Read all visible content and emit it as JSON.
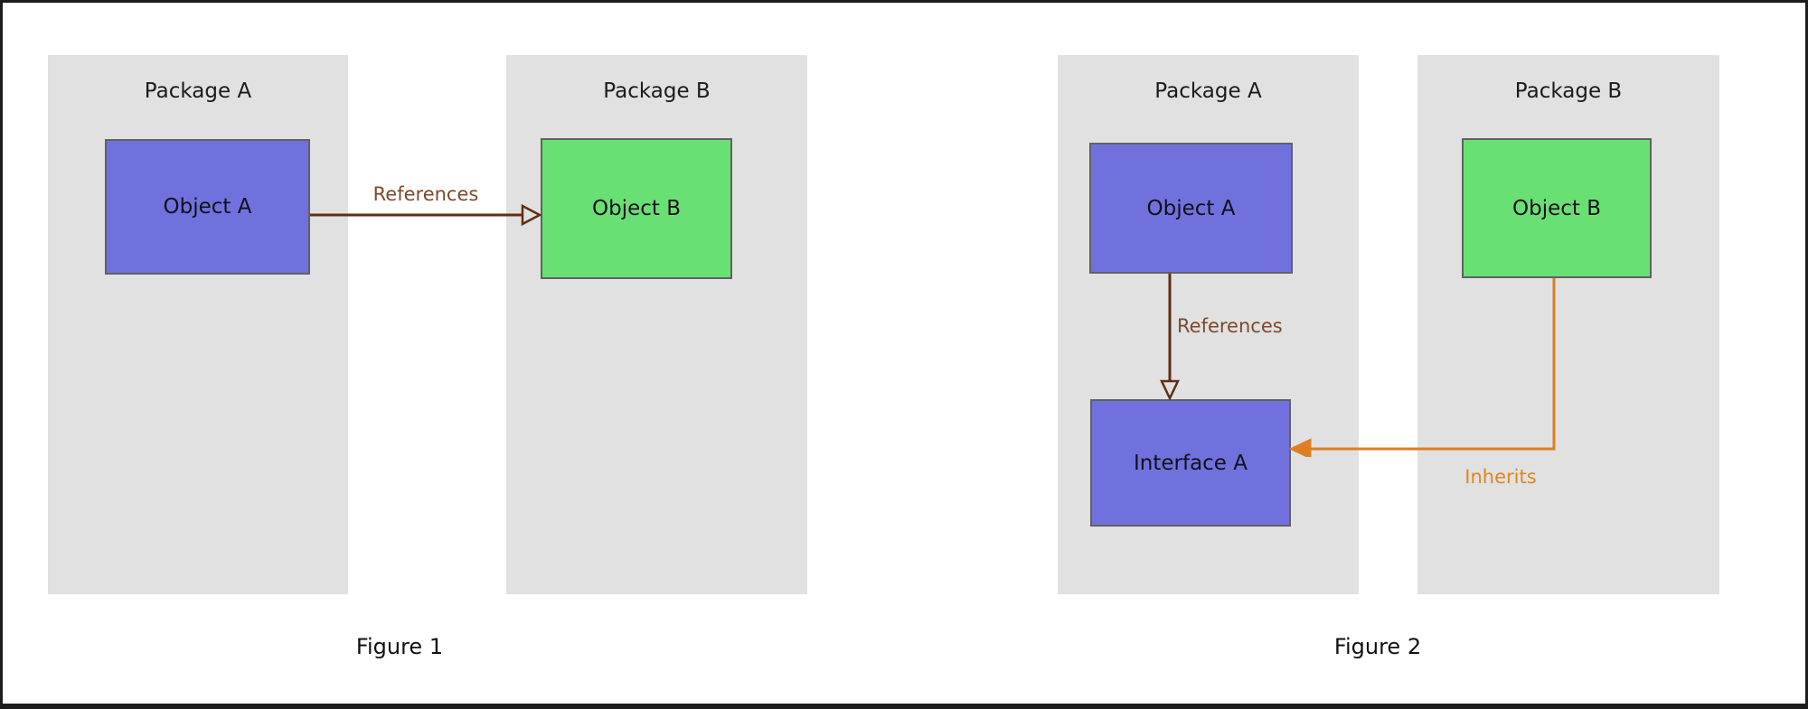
{
  "figure1": {
    "caption": "Figure 1",
    "package_a": {
      "label": "Package A"
    },
    "package_b": {
      "label": "Package B"
    },
    "object_a": {
      "label": "Object A"
    },
    "object_b": {
      "label": "Object B"
    },
    "references_arrow": {
      "label": "References"
    }
  },
  "figure2": {
    "caption": "Figure 2",
    "package_a": {
      "label": "Package A"
    },
    "package_b": {
      "label": "Package B"
    },
    "object_a": {
      "label": "Object A"
    },
    "object_b": {
      "label": "Object B"
    },
    "interface_a": {
      "label": "Interface A"
    },
    "references_arrow": {
      "label": "References"
    },
    "inherits_arrow": {
      "label": "Inherits"
    }
  },
  "colors": {
    "package_fill": "#e1e1e1",
    "object_fill_blue": "#7171de",
    "object_fill_green": "#69e073",
    "box_border": "#5f6163",
    "references_line": "#5e3014",
    "references_text": "#7b4a2c",
    "inherits_line": "#dd7f22",
    "inherits_text": "#de861f",
    "caption_text": "#111111"
  }
}
